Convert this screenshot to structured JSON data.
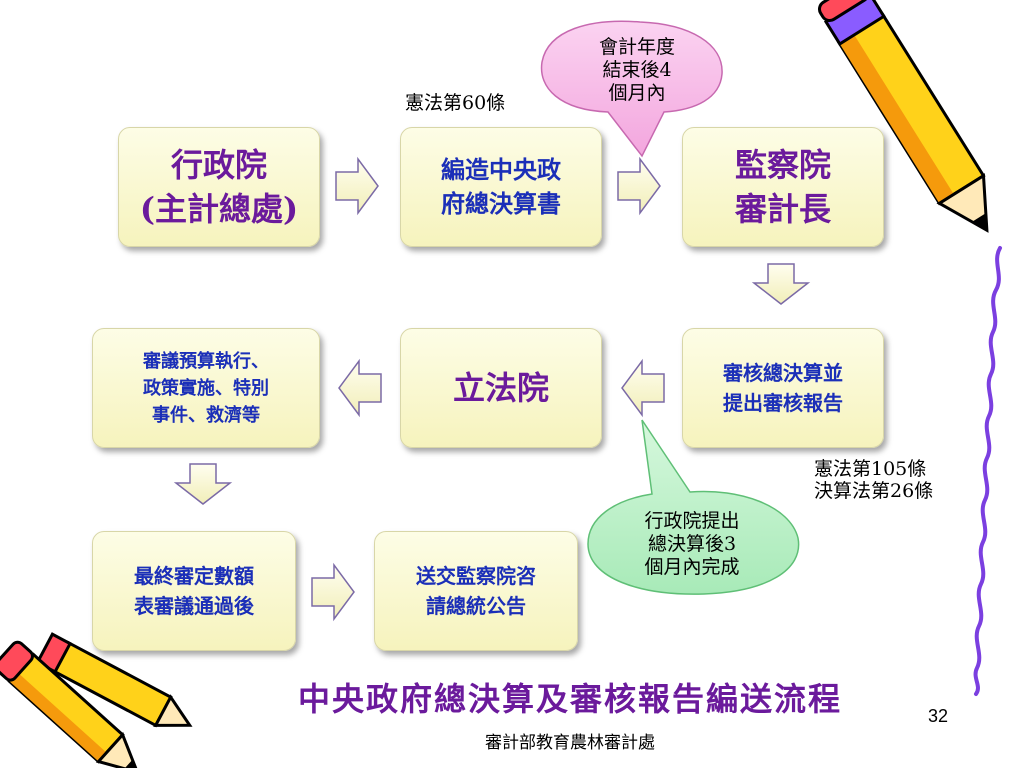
{
  "nodes": {
    "executive_yuan": "行政院\n(主計總處)",
    "compile_accounts": "編造中央政\n府總決算書",
    "auditor_general": "監察院\n審計長",
    "review_report": "審核總決算並\n提出審核報告",
    "legislative_yuan": "立法院",
    "deliberation": "審議預算執行、\n政策實施、特別\n事件、救濟等",
    "final_review": "最終審定數額\n表審議通過後",
    "presidential_announcement": "送交監察院咨\n請總統公告"
  },
  "notes": {
    "constitution_60": "憲法第60條",
    "constitution_105": "憲法第105條\n決算法第26條"
  },
  "callouts": {
    "pink": "會計年度\n結束後4\n個月內",
    "green": "行政院提出\n總決算後3\n個月內完成"
  },
  "title": "中央政府總決算及審核報告編送流程",
  "page_number": "32",
  "footer": "審計部教育農林審計處"
}
